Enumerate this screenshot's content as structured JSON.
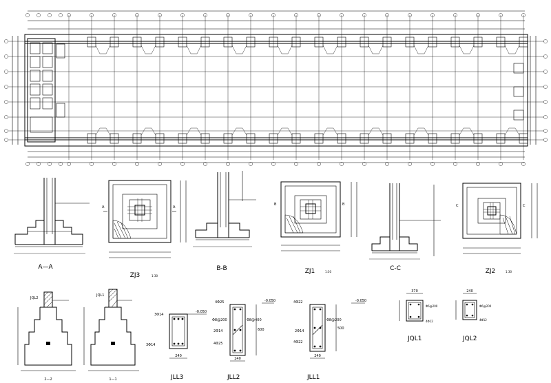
{
  "section_titles": {
    "aa": "A—A",
    "bb": "B-B",
    "cc": "C-C",
    "zj3": "ZJ3",
    "zj1": "ZJ1",
    "zj2": "ZJ2",
    "s22": "2—2",
    "s11": "1—1",
    "jll3": "JLL3",
    "jll2": "JLL2",
    "jll1": "JLL1",
    "jql1": "JQL1",
    "jql2": "JQL2"
  },
  "scale_notes": {
    "zj3": "1:30",
    "zj1": "1:30",
    "zj2": "1:30"
  },
  "section_marks": {
    "a": "A",
    "b": "B",
    "c": "C"
  },
  "beam_tags": {
    "jql2": "JQL2",
    "jql1": "JQL1"
  },
  "rebar_notes": {
    "jll3_top": "3Φ14",
    "jll3_bot": "3Φ14",
    "jll2_top": "4Φ25",
    "jll2_mid": "2Φ14",
    "jll2_bot": "4Φ25",
    "jll2_stir": "Φ8@200",
    "jll2_stir2": "Φ8@400",
    "jll1_top": "4Φ22",
    "jll1_mid": "2Φ14",
    "jll1_bot": "4Φ22",
    "jll1_stir2": "Φ8@200",
    "jql1_stir": "Φ6@200",
    "jql1_bar": "4Φ12",
    "jql2_stir": "Φ6@200",
    "jql2_bar": "4Φ12",
    "elev1": "-0.050",
    "elev2": "-0.050",
    "elev3": "-0.050",
    "width1": "240",
    "width2": "240",
    "width3": "240",
    "height2": "600",
    "height3": "500",
    "jql1_w": "370",
    "jql2_w": "240"
  }
}
